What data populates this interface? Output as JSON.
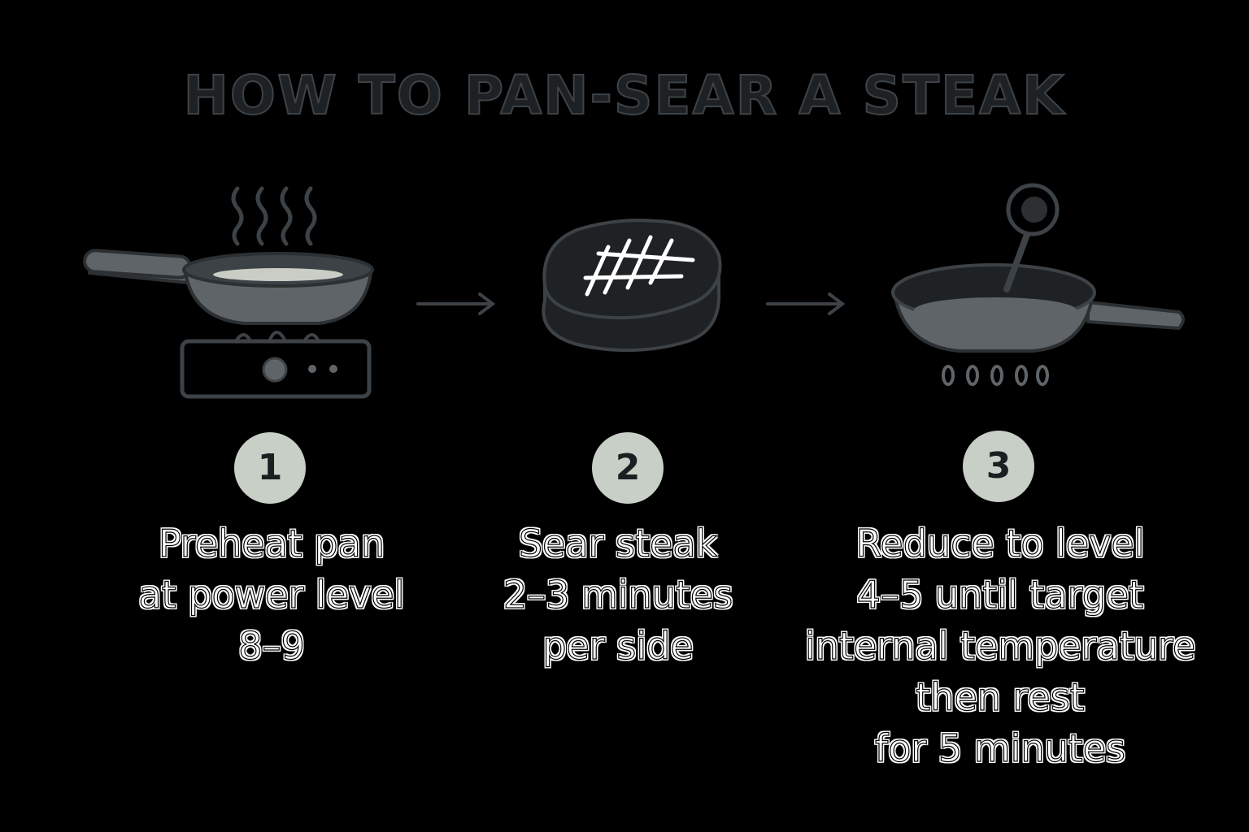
{
  "title": "HOW TO PAN-SEAR A STEAK",
  "steps": [
    {
      "number": "1",
      "icon": "pan-on-stove-icon",
      "lines": [
        "Preheat pan",
        "at power level",
        "8–9"
      ]
    },
    {
      "number": "2",
      "icon": "seared-steak-icon",
      "lines": [
        "Sear steak",
        "2–3 minutes",
        "per side"
      ]
    },
    {
      "number": "3",
      "icon": "pan-with-thermometer-icon",
      "lines": [
        "Reduce to level",
        "4–5 until target",
        "internal temperature",
        "then rest",
        "for 5 minutes"
      ]
    }
  ],
  "colors": {
    "background": "#000000",
    "icon_fill": "#5f6468",
    "icon_stroke": "#2c3033",
    "badge": "#c8cfc6",
    "text": "#ffffff"
  }
}
